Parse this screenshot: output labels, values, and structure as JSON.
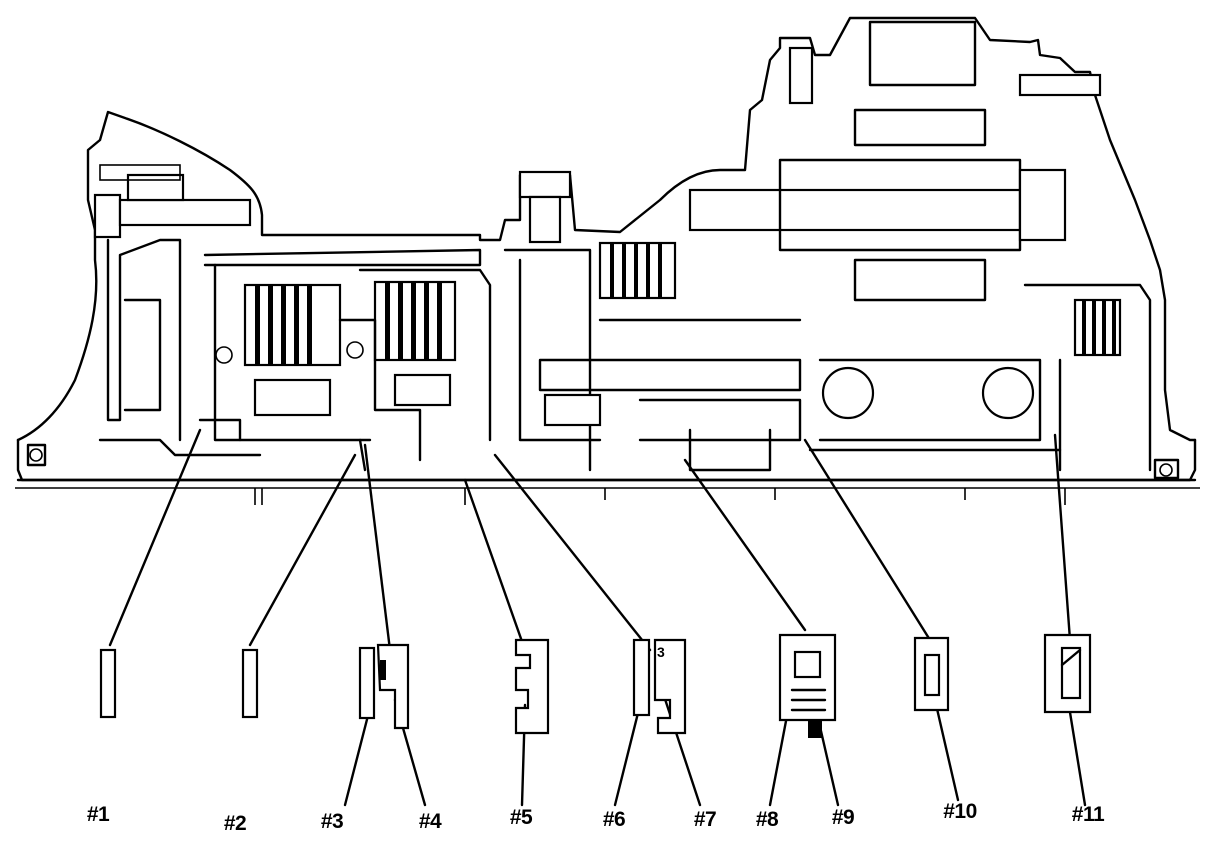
{
  "diagram": {
    "callouts": [
      {
        "id": "c1",
        "label": "#1"
      },
      {
        "id": "c2",
        "label": "#2"
      },
      {
        "id": "c3",
        "label": "#3"
      },
      {
        "id": "c4",
        "label": "#4"
      },
      {
        "id": "c5",
        "label": "#5"
      },
      {
        "id": "c6",
        "label": "#6"
      },
      {
        "id": "c7",
        "label": "#7"
      },
      {
        "id": "c8",
        "label": "#8"
      },
      {
        "id": "c9",
        "label": "#9"
      },
      {
        "id": "c10",
        "label": "#10"
      },
      {
        "id": "c11",
        "label": "#11"
      }
    ],
    "colors": {
      "ink": "#000000",
      "paper": "#ffffff"
    }
  }
}
